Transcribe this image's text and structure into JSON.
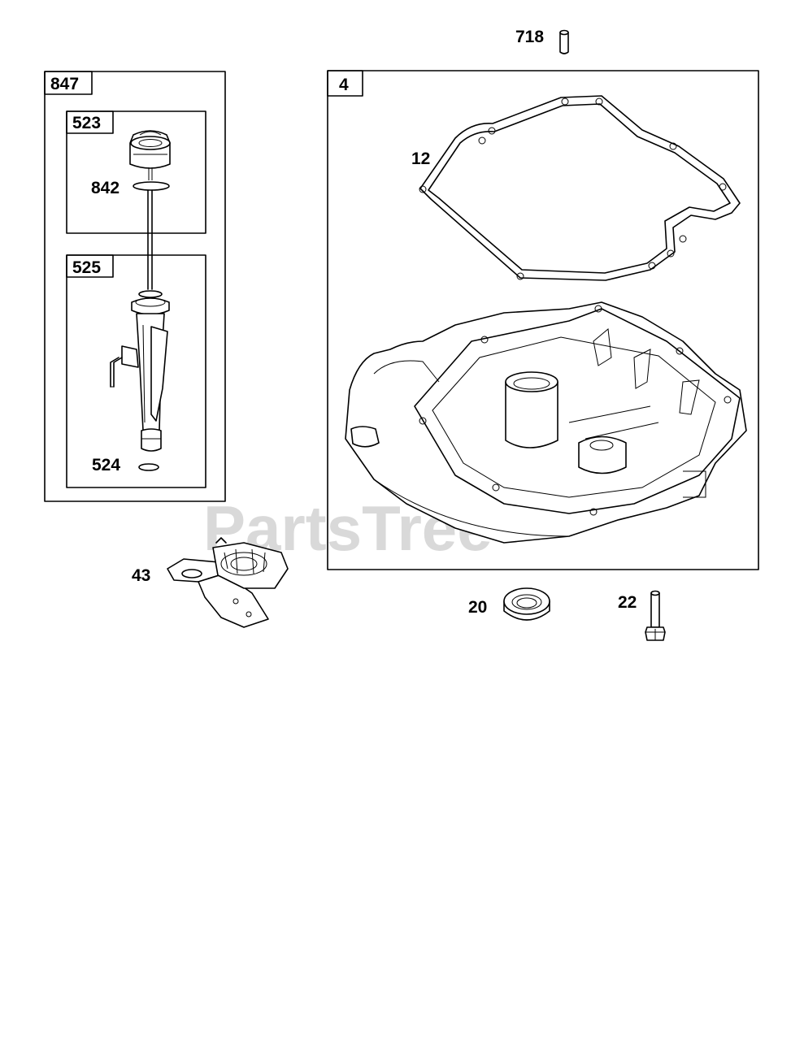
{
  "watermark": "PartsTree",
  "boxes": {
    "box_847": "847",
    "box_523": "523",
    "box_525": "525",
    "box_4": "4"
  },
  "parts": {
    "p718": "718",
    "p12": "12",
    "p842": "842",
    "p524": "524",
    "p43": "43",
    "p20": "20",
    "p22": "22"
  }
}
